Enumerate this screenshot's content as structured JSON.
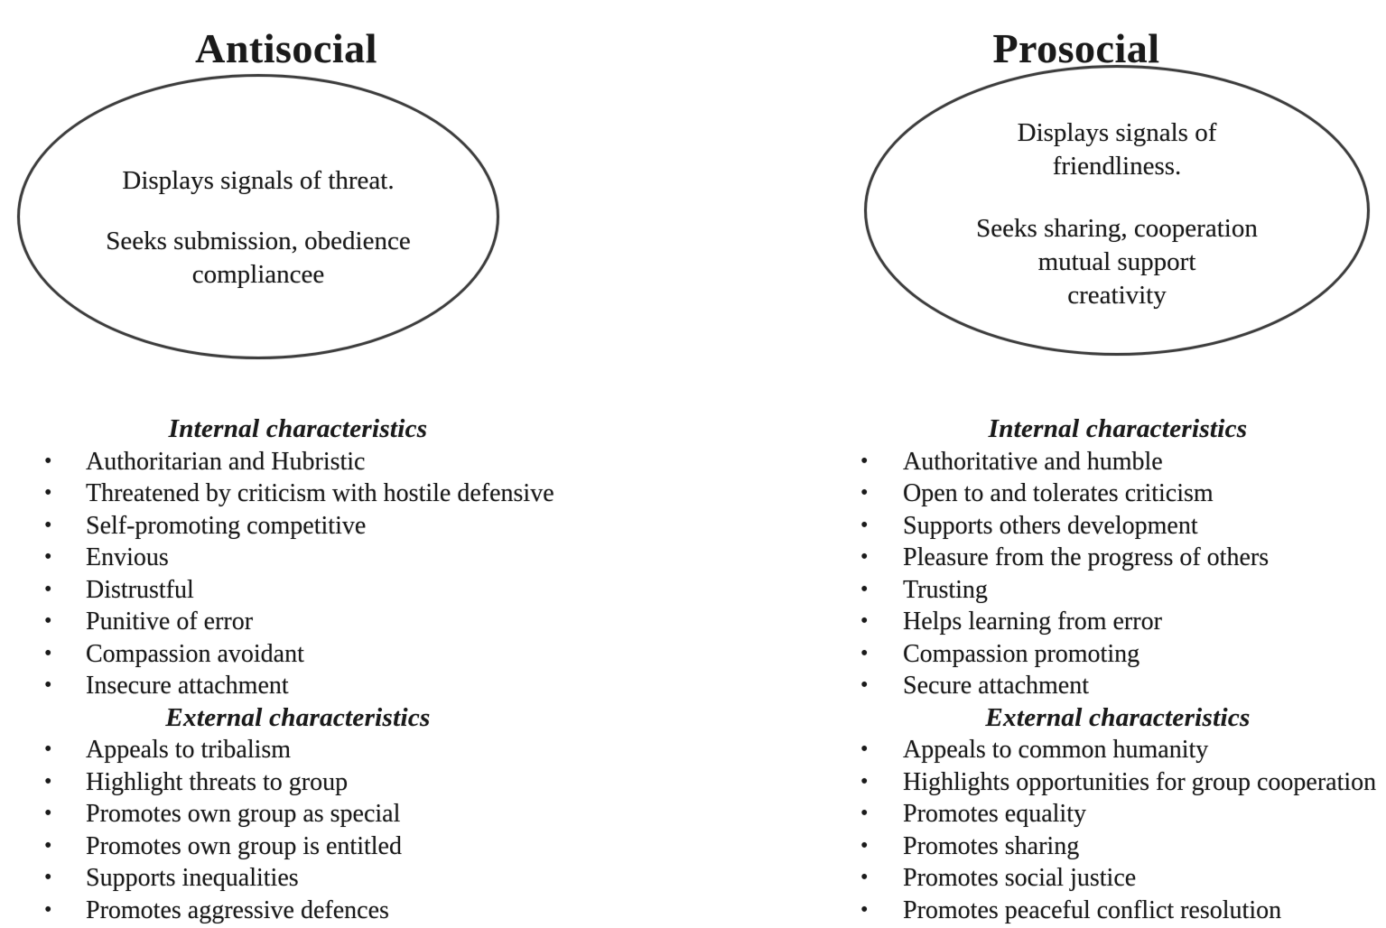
{
  "page": {
    "background": "#ffffff",
    "text_color": "#1a1a1a",
    "ellipse_stroke": "#3e3e3e",
    "bullet": "•"
  },
  "columns": [
    {
      "title": "Antisocial",
      "ellipse_text_1": "Displays signals of threat.",
      "ellipse_text_2": "Seeks submission, obedience\ncompliancee",
      "internal_heading": "Internal characteristics",
      "internal_items": [
        "Authoritarian and Hubristic",
        "Threatened by criticism with hostile defensive",
        "Self-promoting competitive",
        "Envious",
        "Distrustful",
        "Punitive of error",
        "Compassion avoidant",
        "Insecure attachment"
      ],
      "external_heading": "External characteristics",
      "external_items": [
        "Appeals to tribalism",
        "Highlight threats to group",
        "Promotes own group as special",
        "Promotes own group is entitled",
        "Supports inequalities",
        "Promotes aggressive defences"
      ]
    },
    {
      "title": "Prosocial",
      "ellipse_text_1": "Displays signals of\nfriendliness.",
      "ellipse_text_2": "Seeks sharing, cooperation\nmutual support\ncreativity",
      "internal_heading": "Internal characteristics",
      "internal_items": [
        "Authoritative and humble",
        "Open to and tolerates criticism",
        "Supports others development",
        "Pleasure from the progress of others",
        "Trusting",
        "Helps learning from error",
        "Compassion promoting",
        "Secure attachment"
      ],
      "external_heading": "External characteristics",
      "external_items": [
        "Appeals to common humanity",
        "Highlights opportunities for group cooperation",
        "Promotes equality",
        "Promotes sharing",
        "Promotes social justice",
        "Promotes peaceful conflict resolution"
      ]
    }
  ]
}
